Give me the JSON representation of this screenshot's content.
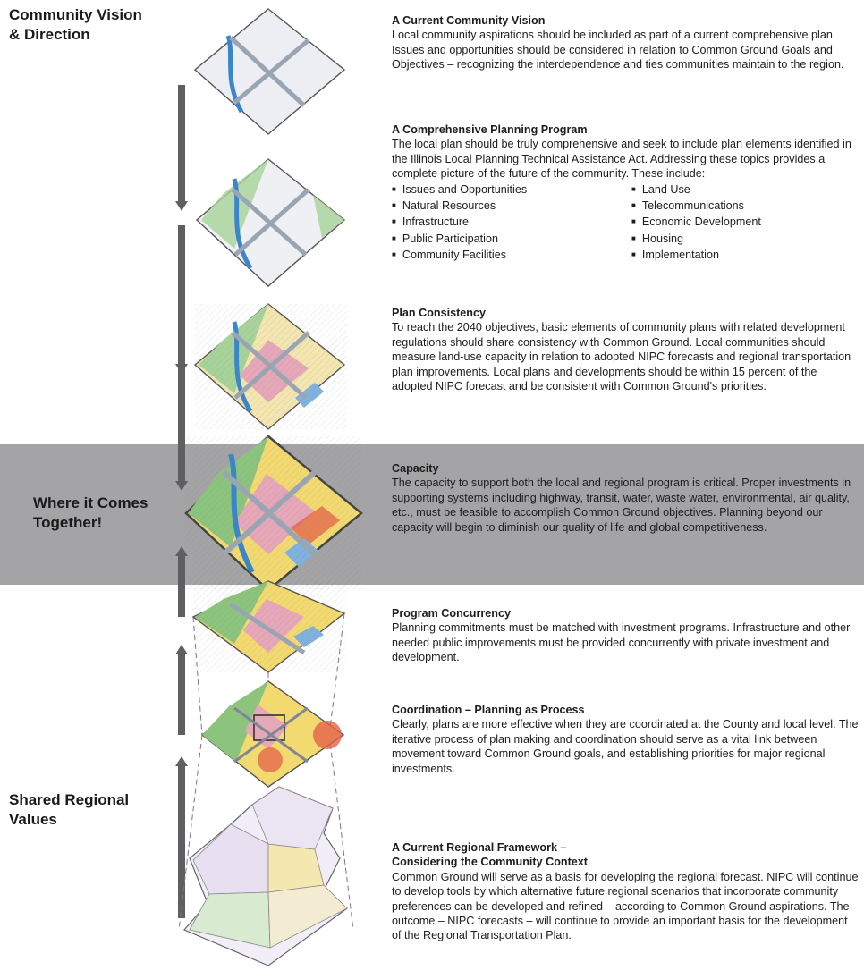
{
  "left_labels": {
    "top": [
      "Community Vision",
      "& Direction"
    ],
    "middle": [
      "Where it Comes",
      "Together!"
    ],
    "bottom": [
      "Shared Regional",
      "Values"
    ]
  },
  "sections": [
    {
      "heading": "A Current Community Vision",
      "body": "Local community aspirations should be included as part of a current comprehensive plan. Issues and opportunities should be considered in relation to Common Ground Goals and Objectives – recognizing the interdependence and ties communities maintain to the region."
    },
    {
      "heading": "A Comprehensive Planning Program",
      "body": "The local plan should be truly comprehensive and seek to include plan elements identified in the Illinois Local Planning Technical Assistance Act. Addressing these topics provides a complete picture of the future of the community. These include:",
      "bullets_left": [
        "Issues and Opportunities",
        "Natural Resources",
        "Infrastructure",
        "Public Participation",
        "Community Facilities"
      ],
      "bullets_right": [
        "Land Use",
        "Telecommunications",
        "Economic Development",
        "Housing",
        "Implementation"
      ]
    },
    {
      "heading": "Plan Consistency",
      "body": "To reach the 2040 objectives, basic elements of community plans with related development regulations should share consistency with Common Ground. Local communities should measure land-use capacity in relation to adopted NIPC forecasts and regional transportation plan improvements. Local plans and developments should be within 15 percent of the adopted NIPC forecast and be consistent with Common Ground's priorities."
    },
    {
      "heading": "Capacity",
      "body": "The capacity to support both the local and regional program is critical. Proper investments in supporting systems including highway, transit, water, waste water, environmental, air quality, etc., must be feasible to accomplish Common Ground objectives. Planning beyond our capacity will begin to diminish our quality of life and global competitiveness."
    },
    {
      "heading": "Program Concurrency",
      "body": "Planning commitments must be matched with investment programs. Infrastructure and other needed public improvements must be provided concurrently with private investment and development."
    },
    {
      "heading": "Coordination – Planning as Process",
      "body": "Clearly, plans are more effective when they are coordinated at the County and local level. The iterative process of plan making and coordination should serve as a vital link between movement toward Common Ground goals, and establishing priorities for major regional investments."
    },
    {
      "heading_line1": "A Current Regional Framework –",
      "heading_line2": "Considering the Community Context",
      "body": "Common Ground will serve as a basis for developing the regional forecast. NIPC will continue to develop tools by which alternative future regional scenarios that incorporate community preferences can be developed and refined – according to Common Ground aspirations. The outcome – NIPC forecasts – will continue to provide an important basis for the development of the Regional Transportation Plan."
    }
  ],
  "colors": {
    "band": "#a4a4a6",
    "arrow": "#5f5f61",
    "water": "#3a86c8",
    "green": "#8cc47e",
    "pink": "#e6a7b8",
    "yellow": "#f3d96b",
    "red": "#e3614a",
    "blue": "#7fb2de"
  }
}
